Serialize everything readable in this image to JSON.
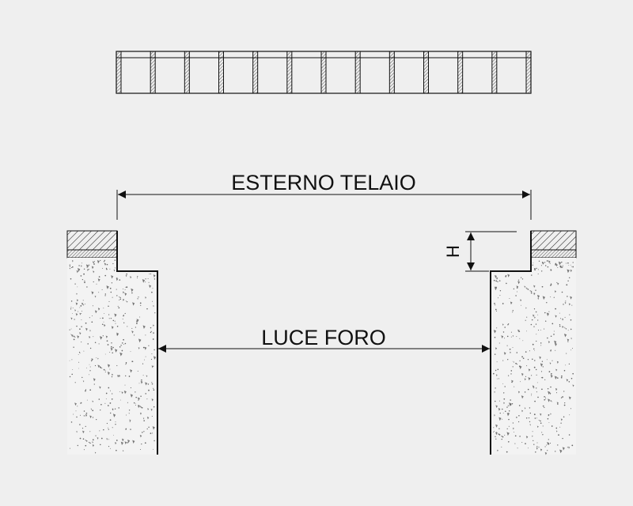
{
  "labels": {
    "esterno_telaio": "ESTERNO TELAIO",
    "luce_foro": "LUCE FORO",
    "h": "H"
  },
  "grating": {
    "cells": 12
  },
  "colors": {
    "background": "#efefef",
    "line": "#111111",
    "concrete": "#f3f3f3"
  }
}
